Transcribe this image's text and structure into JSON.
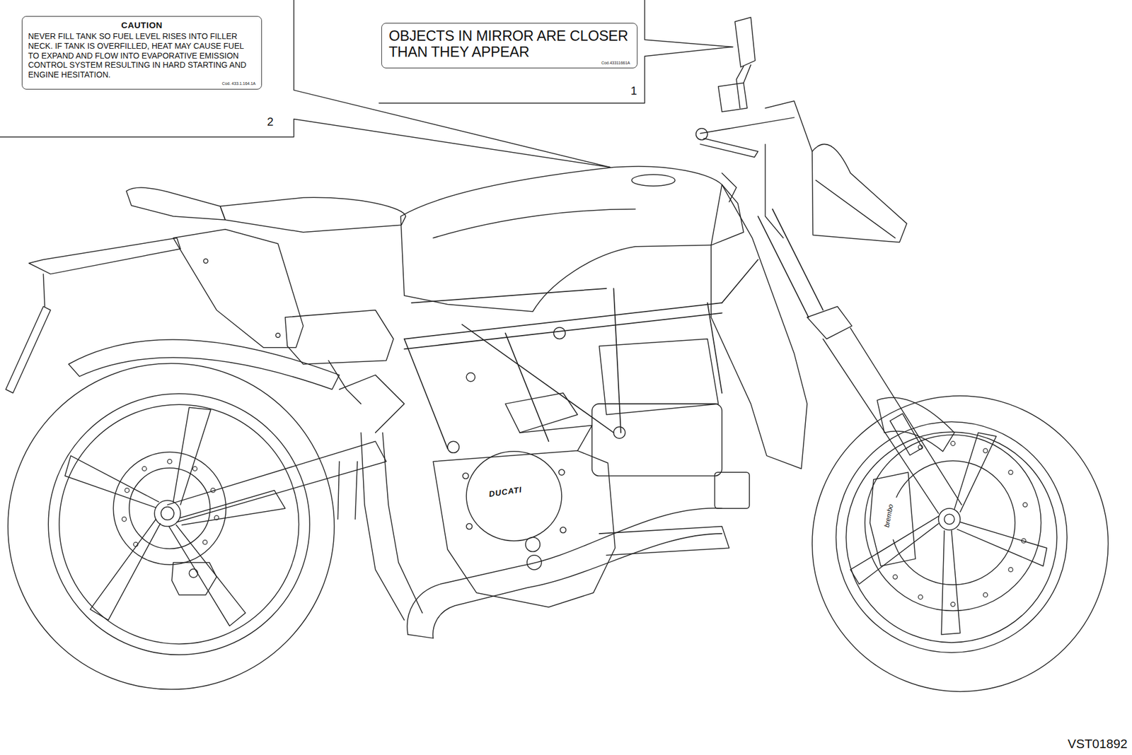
{
  "diagram": {
    "nodes": [
      {
        "text": [
          "CAUTION",
          "NEVER FILL TANK SO FUEL LEVEL RISES INTO FILLER NECK. IF TANK IS OVERFILLED, HEAT MAY CAUSE FUEL TO EXPAND AND FLOW INTO EVAPORATIVE EMISSION CONTROL SYSTEM RESULTING IN HARD STARTING AND ENGINE HESITATION.",
          "Cod. 433.1.164.1A"
        ]
      },
      {
        "text": [
          "OBJECTS IN MIRROR ARE CLOSER THAN THEY APPEAR",
          "Cod.43311661A"
        ]
      }
    ],
    "labels": [
      "1",
      "2",
      "DUCATI",
      "brembo",
      "VST01892"
    ]
  }
}
